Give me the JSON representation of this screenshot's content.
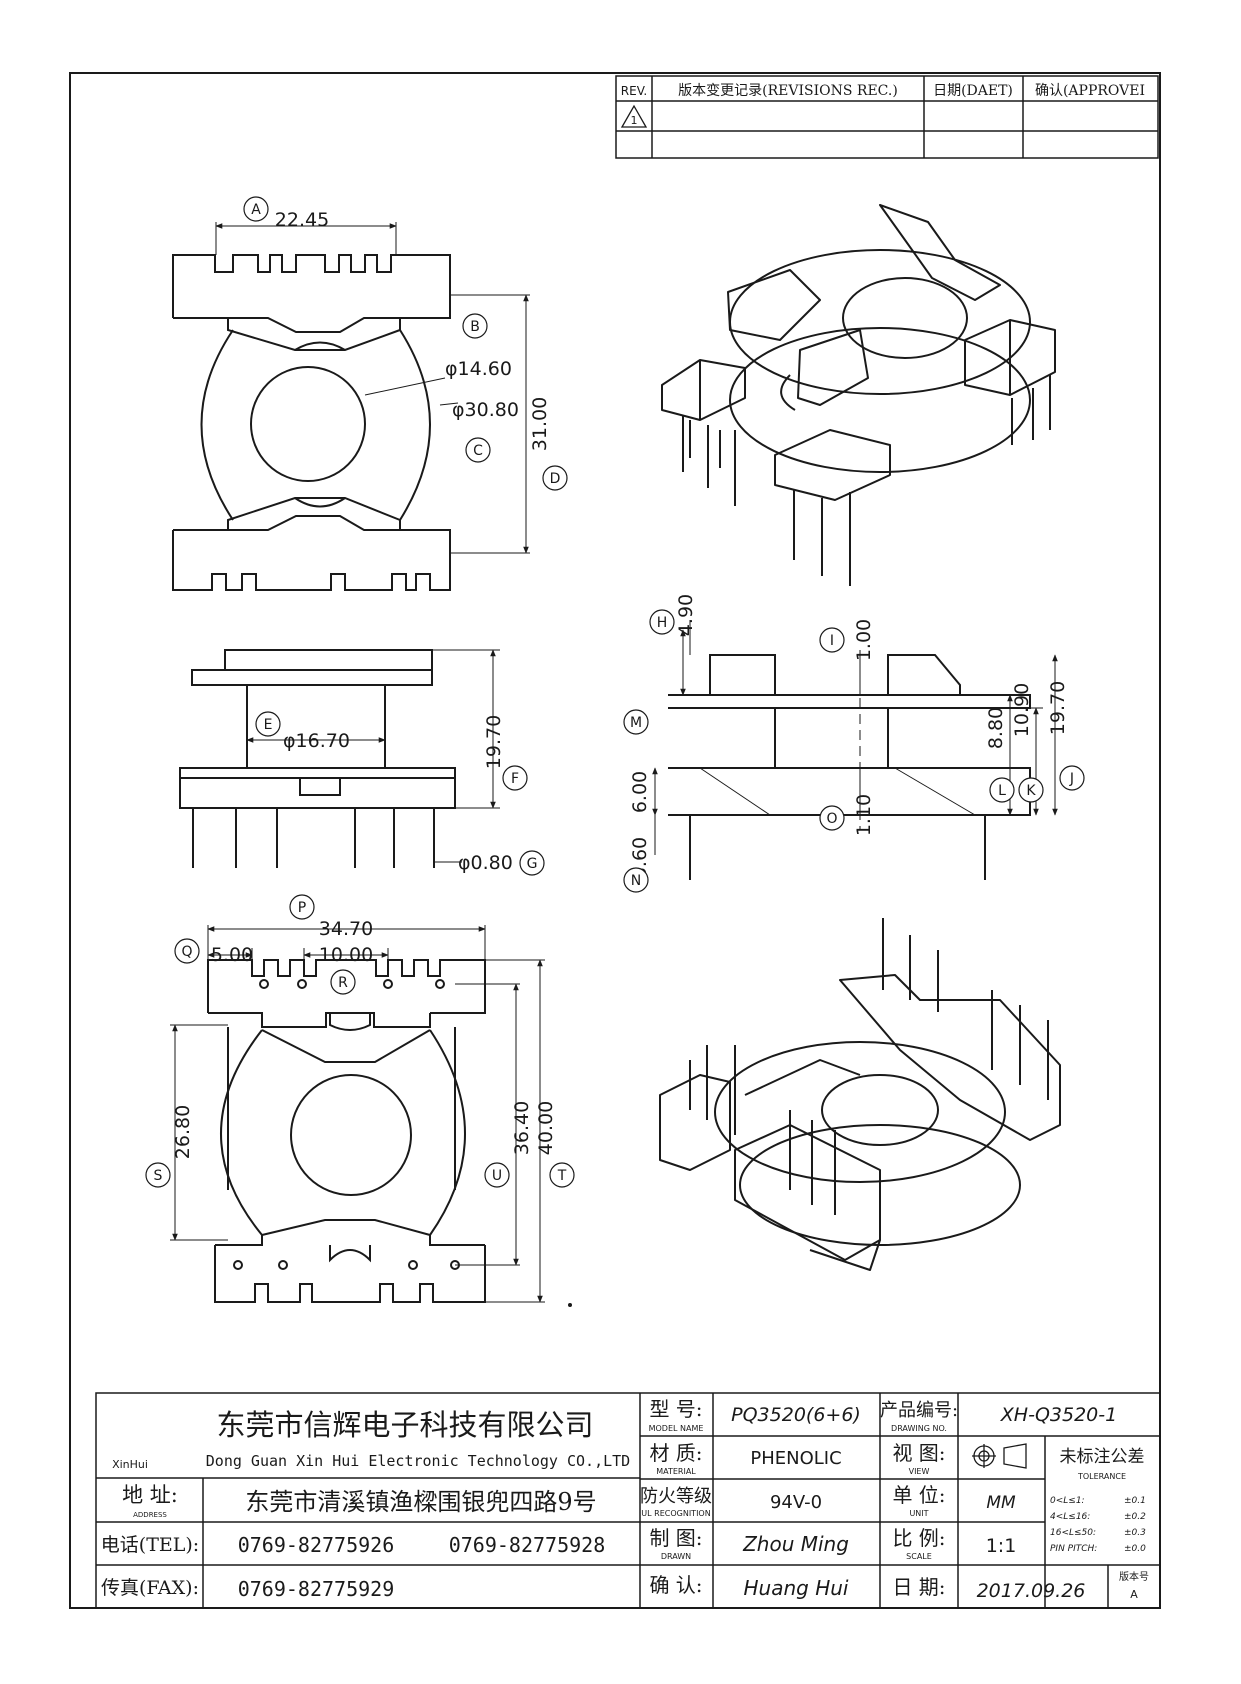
{
  "revision_block": {
    "rev": "REV.",
    "revisions": "版本变更记录(REVISIONS REC.)",
    "date": "日期(DAET)",
    "approve": "确认(APPROVEI",
    "mark": "1"
  },
  "dimensions": {
    "A": {
      "label": "A",
      "value": "22.45"
    },
    "B": {
      "label": "B",
      "value": "φ14.60"
    },
    "C": {
      "label": "C",
      "value": "φ30.80"
    },
    "D": {
      "label": "D",
      "value": "31.00"
    },
    "E": {
      "label": "E",
      "value": "φ16.70"
    },
    "F": {
      "label": "F",
      "value": "19.70"
    },
    "G": {
      "label": "G",
      "value": "φ0.80"
    },
    "H": {
      "label": "H",
      "value": "4.90"
    },
    "I": {
      "label": "I",
      "value": "1.00"
    },
    "J": {
      "label": "J",
      "value": "19.70"
    },
    "K": {
      "label": "K",
      "value": "10.90"
    },
    "L": {
      "label": "L",
      "value": "8.80"
    },
    "M": {
      "label": "M",
      "value": "6.00"
    },
    "N": {
      "label": "N",
      "value": "3.60"
    },
    "O": {
      "label": "O",
      "value": "1.10"
    },
    "P": {
      "label": "P",
      "value": "34.70"
    },
    "Q": {
      "label": "Q",
      "value": "5.00"
    },
    "R": {
      "label": "R",
      "value": "10.00"
    },
    "S": {
      "label": "S",
      "value": "26.80"
    },
    "T": {
      "label": "T",
      "value": "40.00"
    },
    "U": {
      "label": "U",
      "value": "36.40"
    }
  },
  "title_block": {
    "company_cn": "东莞市信辉电子科技有限公司",
    "logo_text": "XinHui",
    "company_en": "Dong Guan Xin Hui Electronic Technology CO.,LTD",
    "address_label": "地 址:",
    "address_label_en": "ADDRESS",
    "address": "东莞市清溪镇渔樑围银兜四路9号",
    "tel_label": "电话(TEL):",
    "tel1": "0769-82775926",
    "tel2": "0769-82775928",
    "fax_label": "传真(FAX):",
    "fax": "0769-82775929",
    "model_label": "型 号:",
    "model_label_en": "MODEL NAME",
    "model": "PQ3520(6+6)",
    "material_label": "材 质:",
    "material_label_en": "MATERIAL",
    "material": "PHENOLIC",
    "ul_label": "防火等级",
    "ul_label_en": "UL RECOGNITION",
    "ul": "94V-0",
    "drawn_label": "制 图:",
    "drawn_label_en": "DRAWN",
    "drawn": "Zhou Ming",
    "confirm_label": "确 认:",
    "confirm": "Huang Hui",
    "product_no_label": "产品编号:",
    "product_no_label_en": "DRAWING NO.",
    "product_no": "XH-Q3520-1",
    "view_label": "视 图:",
    "view_label_en": "VIEW",
    "unit_label": "单 位:",
    "unit_label_en": "UNIT",
    "unit": "MM",
    "scale_label": "比 例:",
    "scale_label_en": "SCALE",
    "scale": "1:1",
    "date_label": "日 期:",
    "date": "2017.09.26",
    "version_label": "版本号",
    "version": "A",
    "tolerance_title": "未标注公差",
    "tolerance_en": "TOLERANCE",
    "tolerances": [
      {
        "range": "0<L≤1:",
        "tol": "±0.1"
      },
      {
        "range": "4<L≤16:",
        "tol": "±0.2"
      },
      {
        "range": "16<L≤50:",
        "tol": "±0.3"
      },
      {
        "range": "PIN PITCH:",
        "tol": "±0.0"
      }
    ]
  }
}
